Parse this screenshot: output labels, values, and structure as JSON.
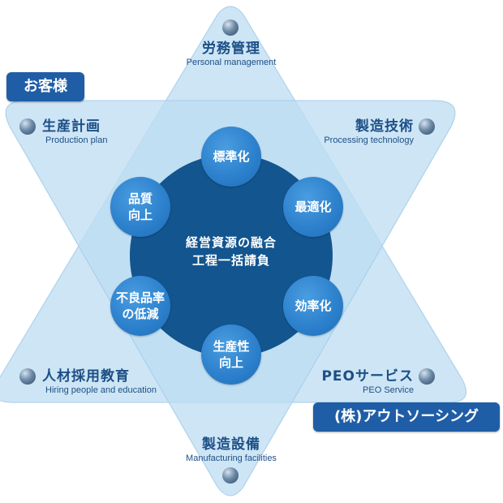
{
  "customer_tag": "お客様",
  "outsourcing_tag": "(株)アウトソーシング",
  "center": {
    "text": "経営資源の融合\n工程一括請負"
  },
  "points": {
    "top": {
      "jp": "労務管理",
      "en": "Personal management"
    },
    "upper_left": {
      "jp": "生産計画",
      "en": "Production plan"
    },
    "upper_right": {
      "jp": "製造技術",
      "en": "Processing technology"
    },
    "lower_left": {
      "jp": "人材採用教育",
      "en": "Hiring people and education"
    },
    "lower_right": {
      "jp": "PEOサービス",
      "en": "PEO Service"
    },
    "bottom": {
      "jp": "製造設備",
      "en": "Manufacturing facilities"
    }
  },
  "nodes": {
    "top": "標準化",
    "upper_right": "最適化",
    "lower_right": "効率化",
    "bottom": "生産性\n向上",
    "lower_left": "不良品率\nの低減",
    "upper_left": "品質\n向上"
  },
  "colors": {
    "triangle_fill": "#bcdcf2",
    "triangle_stroke": "#9cc8ea",
    "core_circle": "#13558f",
    "node_fill": "#2b7fcb",
    "label_text": "#1d4f86",
    "tag_fill": "#1f5ea6"
  }
}
